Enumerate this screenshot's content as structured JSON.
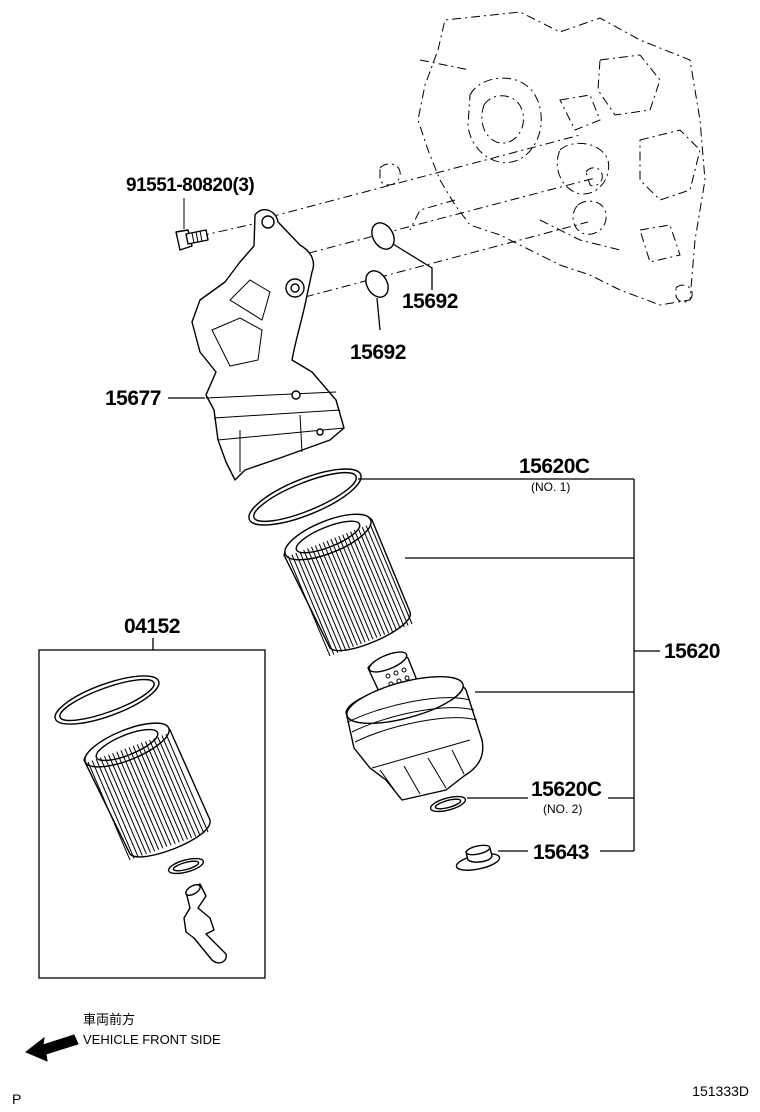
{
  "diagram": {
    "labels": {
      "bolt": "91551-80820(3)",
      "oring_upper": "15692",
      "oring_lower": "15692",
      "bracket": "15677",
      "gasket_no1": "15620C",
      "gasket_no1_sub": "(NO. 1)",
      "assembly": "15620",
      "kit": "04152",
      "gasket_no2": "15620C",
      "gasket_no2_sub": "(NO. 2)",
      "plug": "15643"
    },
    "direction": {
      "japanese": "車両前方",
      "english": "VEHICLE FRONT SIDE"
    },
    "corner_left": "P",
    "figure_id": "151333D"
  }
}
